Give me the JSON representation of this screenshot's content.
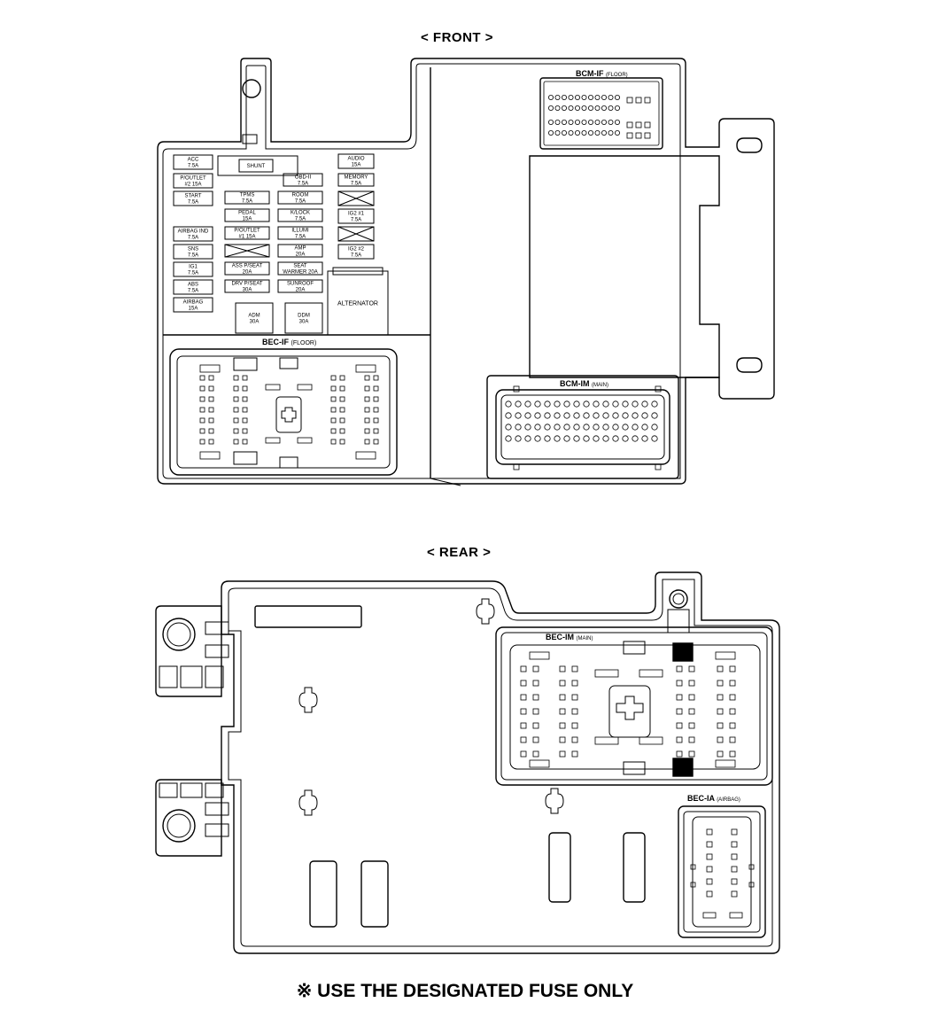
{
  "headers": {
    "front": "< FRONT >",
    "rear": "< REAR >"
  },
  "footer": {
    "note": "※ USE THE DESIGNATED FUSE ONLY"
  },
  "connectors": {
    "bcm_if": {
      "name": "BCM-IF",
      "sub": "(FLOOR)"
    },
    "bec_if": {
      "name": "BEC-IF",
      "sub": "(FLOOR)"
    },
    "bcm_im": {
      "name": "BCM-IM",
      "sub": "(MAIN)"
    },
    "bec_im": {
      "name": "BEC-IM",
      "sub": "(MAIN)"
    },
    "bec_ia": {
      "name": "BEC-IA",
      "sub": "(AIRBAG)"
    }
  },
  "fuses": {
    "acc": [
      "ACC",
      "7.5A"
    ],
    "shunt": [
      "SHUNT"
    ],
    "audio": [
      "AUDIO",
      "15A"
    ],
    "poutlet2": [
      "P/OUTLET",
      "#2 15A"
    ],
    "obd2": [
      "OBD-II",
      "7.5A"
    ],
    "memory": [
      "MEMORY",
      "7.5A"
    ],
    "start": [
      "START",
      "7.5A"
    ],
    "tpms": [
      "TPMS",
      "7.5A"
    ],
    "room": [
      "ROOM",
      "7.5A"
    ],
    "pedal": [
      "PEDAL",
      "15A"
    ],
    "klock": [
      "K/LOCK",
      "7.5A"
    ],
    "ig2_1": [
      "IG2 #1",
      "7.5A"
    ],
    "airbag_ind": [
      "AIRBAG IND",
      "7.5A"
    ],
    "poutlet1": [
      "P/OUTLET",
      "#1 15A"
    ],
    "illum": [
      "ILLUMI",
      "7.5A"
    ],
    "sns": [
      "SNS",
      "7.5A"
    ],
    "amp": [
      "AMP",
      "20A"
    ],
    "ig2_2": [
      "IG2 #2",
      "7.5A"
    ],
    "ig1": [
      "IG1",
      "7.5A"
    ],
    "ass_pseat": [
      "ASS P/SEAT",
      "20A"
    ],
    "seat_warmer": [
      "SEAT",
      "WARMER 20A"
    ],
    "abs": [
      "ABS",
      "7.5A"
    ],
    "drv_pseat": [
      "DRV P/SEAT",
      "30A"
    ],
    "sunroof": [
      "SUNROOF",
      "20A"
    ],
    "airbag": [
      "AIRBAG",
      "15A"
    ],
    "adm": [
      "ADM",
      "30A"
    ],
    "ddm": [
      "DDM",
      "30A"
    ],
    "alternator": [
      "ALTERNATOR"
    ]
  }
}
